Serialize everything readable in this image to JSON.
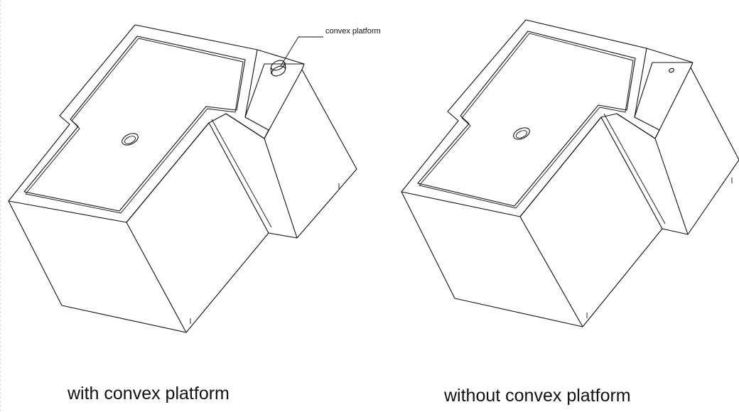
{
  "figures": [
    {
      "caption": "with convex platform"
    },
    {
      "caption": "without convex platform"
    }
  ],
  "callout": {
    "label": "convex platform"
  }
}
